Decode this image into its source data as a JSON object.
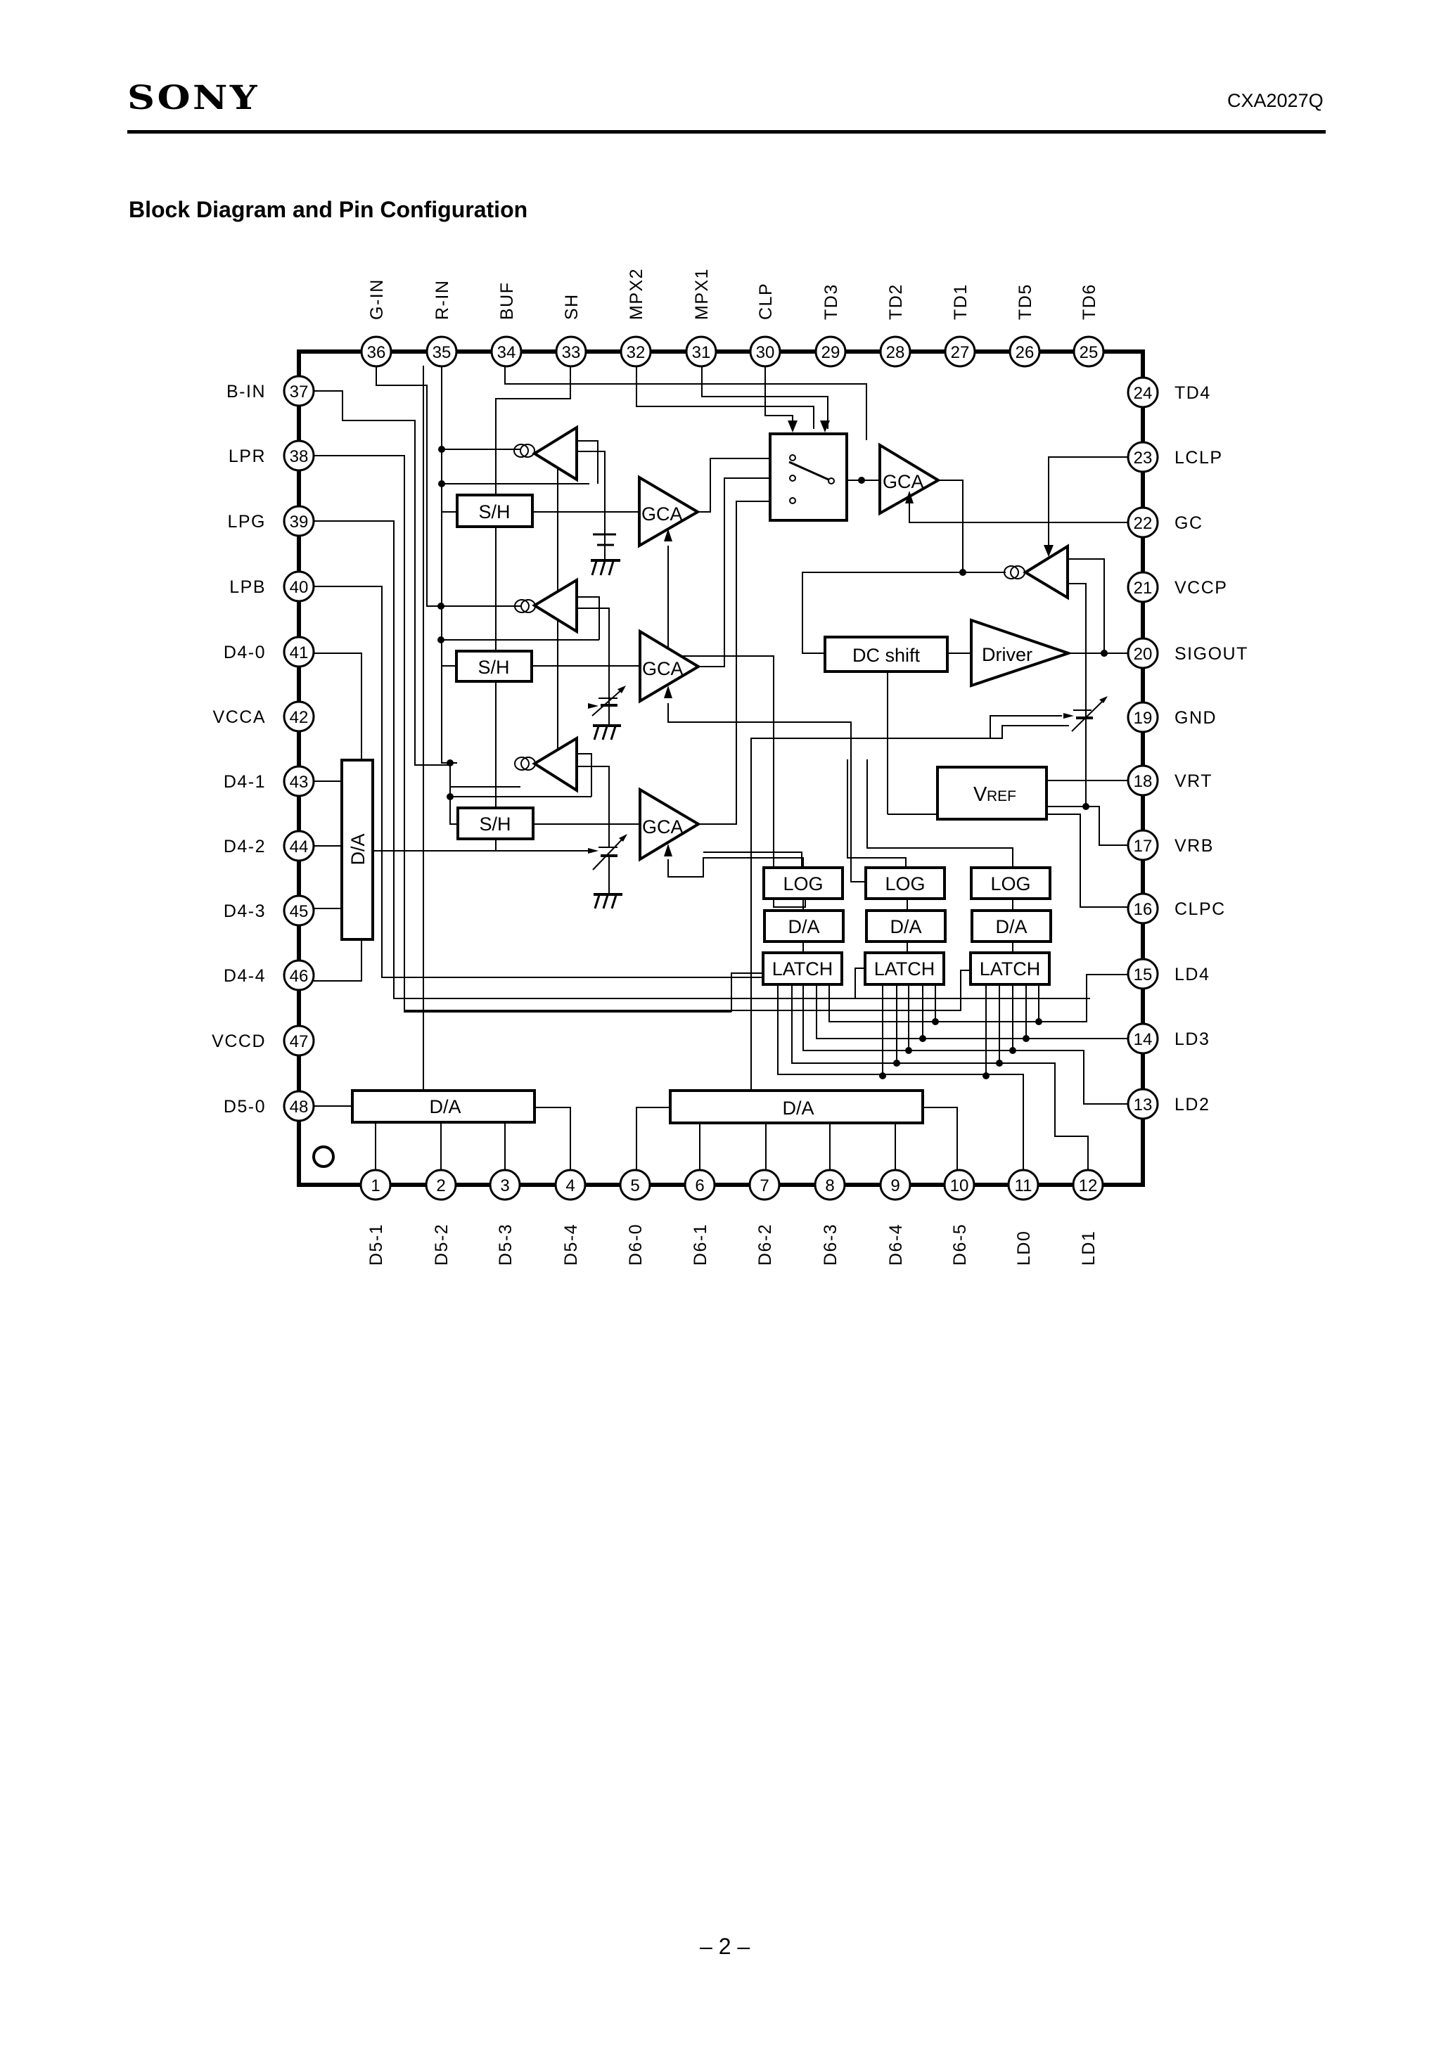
{
  "header": {
    "brand": "SONY",
    "part_number": "CXA2027Q"
  },
  "section_title": "Block Diagram and Pin Configuration",
  "page_number": "– 2 –",
  "pins": {
    "top": [
      {
        "num": "36",
        "label": "G-IN"
      },
      {
        "num": "35",
        "label": "R-IN"
      },
      {
        "num": "34",
        "label": "BUF"
      },
      {
        "num": "33",
        "label": "SH"
      },
      {
        "num": "32",
        "label": "MPX2"
      },
      {
        "num": "31",
        "label": "MPX1"
      },
      {
        "num": "30",
        "label": "CLP"
      },
      {
        "num": "29",
        "label": "TD3"
      },
      {
        "num": "28",
        "label": "TD2"
      },
      {
        "num": "27",
        "label": "TD1"
      },
      {
        "num": "26",
        "label": "TD5"
      },
      {
        "num": "25",
        "label": "TD6"
      }
    ],
    "left": [
      {
        "num": "37",
        "label": "B-IN"
      },
      {
        "num": "38",
        "label": "LPR"
      },
      {
        "num": "39",
        "label": "LPG"
      },
      {
        "num": "40",
        "label": "LPB"
      },
      {
        "num": "41",
        "label": "D4-0"
      },
      {
        "num": "42",
        "label": "VCCA"
      },
      {
        "num": "43",
        "label": "D4-1"
      },
      {
        "num": "44",
        "label": "D4-2"
      },
      {
        "num": "45",
        "label": "D4-3"
      },
      {
        "num": "46",
        "label": "D4-4"
      },
      {
        "num": "47",
        "label": "VCCD"
      },
      {
        "num": "48",
        "label": "D5-0"
      }
    ],
    "right": [
      {
        "num": "24",
        "label": "TD4"
      },
      {
        "num": "23",
        "label": "LCLP"
      },
      {
        "num": "22",
        "label": "GC"
      },
      {
        "num": "21",
        "label": "VCCP"
      },
      {
        "num": "20",
        "label": "SIGOUT"
      },
      {
        "num": "19",
        "label": "GND"
      },
      {
        "num": "18",
        "label": "VRT"
      },
      {
        "num": "17",
        "label": "VRB"
      },
      {
        "num": "16",
        "label": "CLPC"
      },
      {
        "num": "15",
        "label": "LD4"
      },
      {
        "num": "14",
        "label": "LD3"
      },
      {
        "num": "13",
        "label": "LD2"
      }
    ],
    "bottom": [
      {
        "num": "1",
        "label": "D5-1"
      },
      {
        "num": "2",
        "label": "D5-2"
      },
      {
        "num": "3",
        "label": "D5-3"
      },
      {
        "num": "4",
        "label": "D5-4"
      },
      {
        "num": "5",
        "label": "D6-0"
      },
      {
        "num": "6",
        "label": "D6-1"
      },
      {
        "num": "7",
        "label": "D6-2"
      },
      {
        "num": "8",
        "label": "D6-3"
      },
      {
        "num": "9",
        "label": "D6-4"
      },
      {
        "num": "10",
        "label": "D6-5"
      },
      {
        "num": "11",
        "label": "LD0"
      },
      {
        "num": "12",
        "label": "LD1"
      }
    ]
  },
  "blocks": {
    "sh": [
      "S/H",
      "S/H",
      "S/H"
    ],
    "gca": [
      "GCA",
      "GCA",
      "GCA",
      "GCA"
    ],
    "dc_shift": "DC shift",
    "driver": "Driver",
    "vref_main": "V",
    "vref_sub": "REF",
    "log": [
      "LOG",
      "LOG",
      "LOG"
    ],
    "da_small": [
      "D/A",
      "D/A",
      "D/A"
    ],
    "latch": [
      "LATCH",
      "LATCH",
      "LATCH"
    ],
    "da_left": "D/A",
    "da_bottom_left": "D/A",
    "da_bottom_right": "D/A"
  }
}
